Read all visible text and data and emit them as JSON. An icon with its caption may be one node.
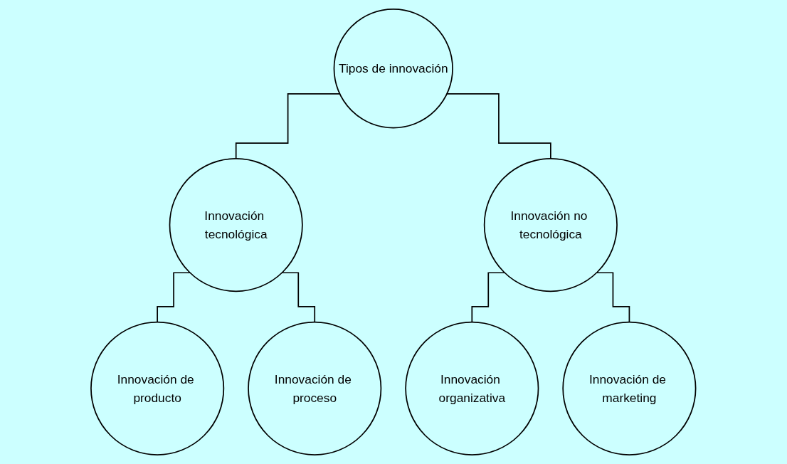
{
  "diagram": {
    "nodes": [
      {
        "text": [
          "Tipos de innovación"
        ]
      },
      {
        "text": [
          "Innovación tecnológica"
        ]
      },
      {
        "text": [
          "Innovación no tecnológica"
        ]
      },
      {
        "text": [
          "Innovación de producto"
        ]
      },
      {
        "text": [
          "Innovación de proceso"
        ]
      },
      {
        "text": [
          "Innovación organizativa"
        ]
      },
      {
        "text": [
          "Innovación de marketing"
        ]
      }
    ],
    "edges": [
      {
        "from": 0,
        "to": 1,
        "arrow": "none"
      },
      {
        "from": 0,
        "to": 2,
        "arrow": "none"
      },
      {
        "from": 1,
        "to": 3,
        "arrow": "none"
      },
      {
        "from": 1,
        "to": 4,
        "arrow": "none"
      },
      {
        "from": 2,
        "to": 5,
        "arrow": "none"
      },
      {
        "from": 2,
        "to": 6,
        "arrow": "none"
      }
    ]
  }
}
